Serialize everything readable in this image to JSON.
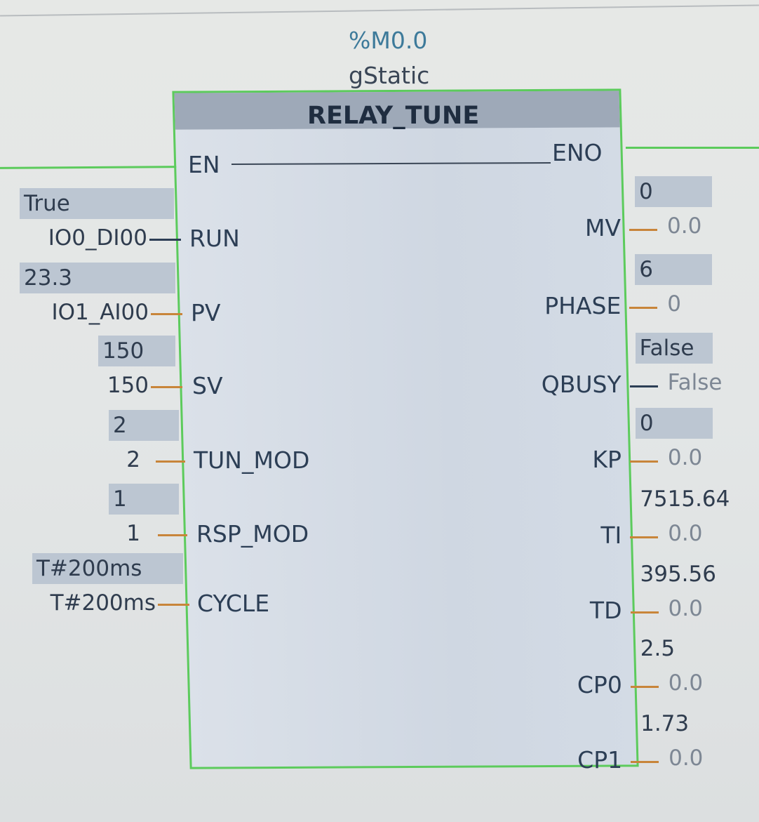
{
  "block": {
    "address": "%M0.0",
    "instance": "gStatic",
    "type": "RELAY_TUNE",
    "en_label": "EN",
    "eno_label": "ENO"
  },
  "inputs": [
    {
      "pin": "RUN",
      "operand": "IO0_DI00",
      "monitor": "True"
    },
    {
      "pin": "PV",
      "operand": "IO1_AI00",
      "monitor": "23.3"
    },
    {
      "pin": "SV",
      "operand": "150",
      "monitor": "150"
    },
    {
      "pin": "TUN_MOD",
      "operand": "2",
      "monitor": "2"
    },
    {
      "pin": "RSP_MOD",
      "operand": "1",
      "monitor": "1"
    },
    {
      "pin": "CYCLE",
      "operand": "T#200ms",
      "monitor": "T#200ms"
    }
  ],
  "outputs": [
    {
      "pin": "MV",
      "operand": "0.0",
      "monitor": "0"
    },
    {
      "pin": "PHASE",
      "operand": "0",
      "monitor": "6"
    },
    {
      "pin": "QBUSY",
      "operand": "False",
      "monitor": "False"
    },
    {
      "pin": "KP",
      "operand": "0.0",
      "monitor": "0"
    },
    {
      "pin": "TI",
      "operand": "0.0",
      "monitor": "7515.64"
    },
    {
      "pin": "TD",
      "operand": "0.0",
      "monitor": "395.56"
    },
    {
      "pin": "CP0",
      "operand": "0.0",
      "monitor": "2.5"
    },
    {
      "pin": "CP1",
      "operand": "0.0",
      "monitor": "1.73"
    }
  ],
  "colors": {
    "wire_active": "#5ccb5c",
    "wire_data": "#c8853a",
    "header": "#9ea9b8"
  }
}
